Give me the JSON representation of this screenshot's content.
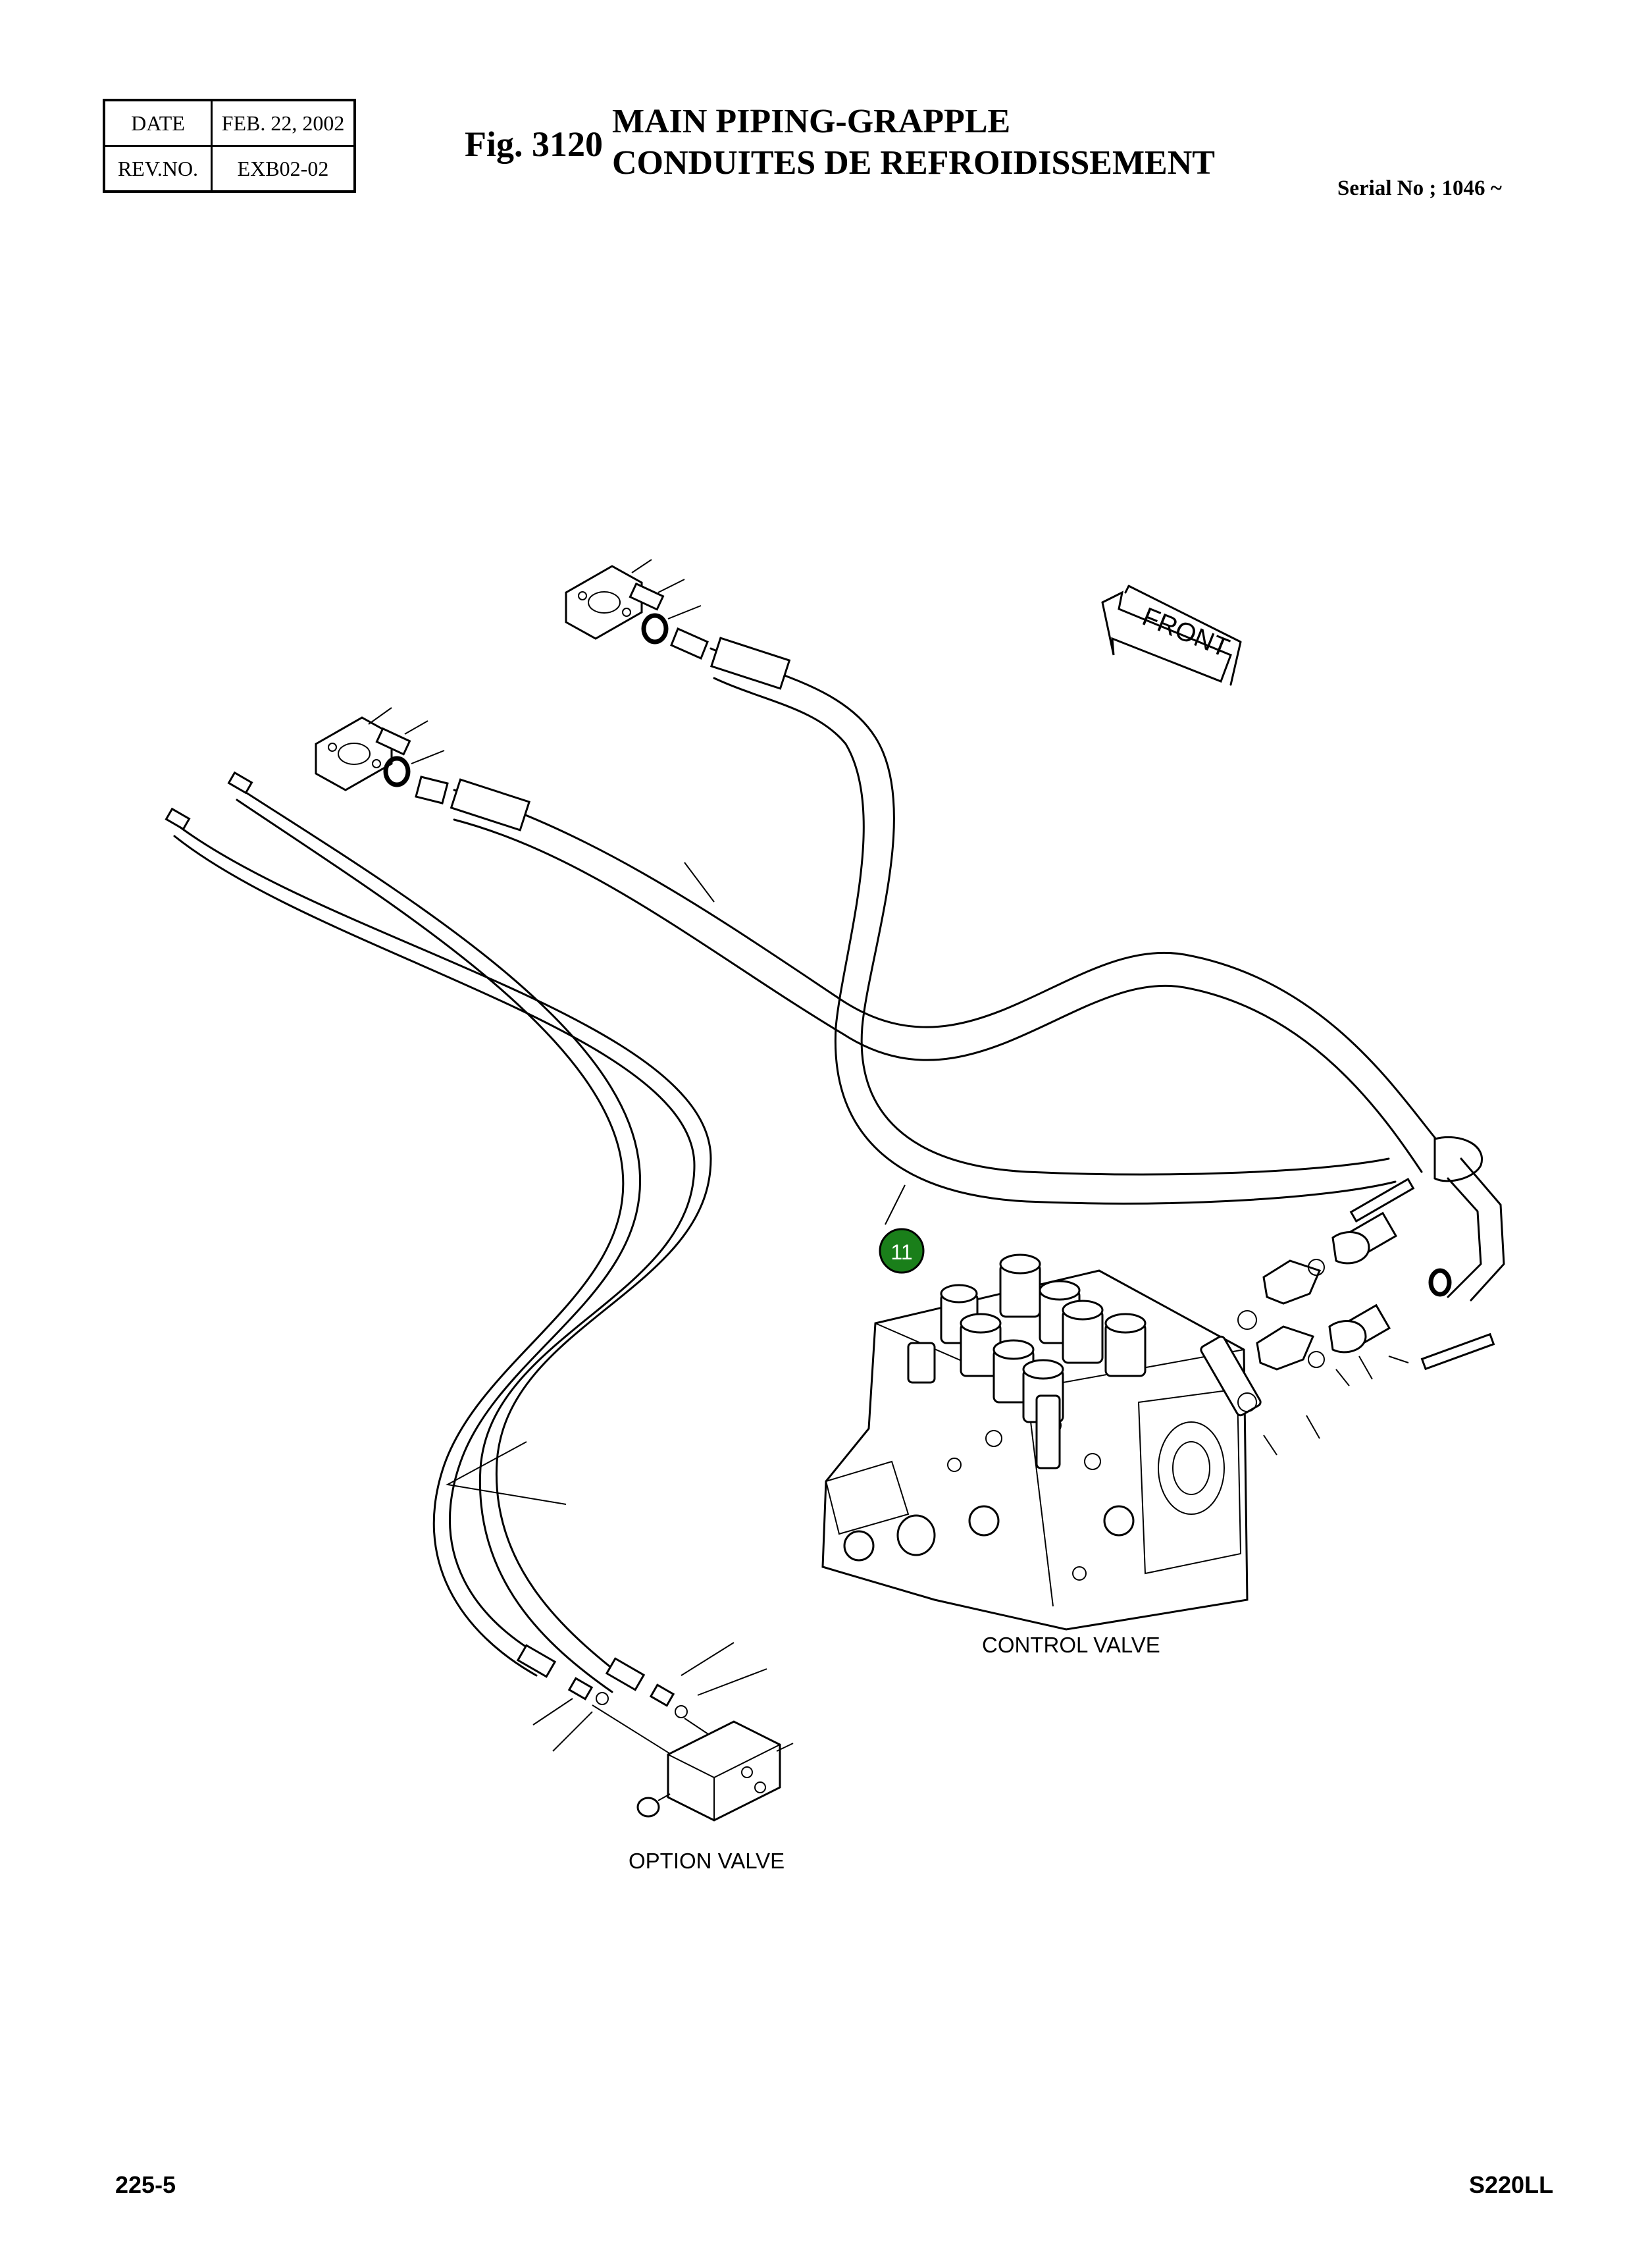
{
  "header": {
    "date_label": "DATE",
    "date_value": "FEB. 22, 2002",
    "rev_label": "REV.NO.",
    "rev_value": "EXB02-02"
  },
  "figure": {
    "number": "Fig. 3120",
    "title_en": "MAIN PIPING-GRAPPLE",
    "title_fr": "CONDUITES DE REFROIDISSEMENT",
    "serial": "Serial No ; 1046 ~"
  },
  "diagram": {
    "front_arrow_label": "FRONT",
    "callout_badge": "11",
    "callout_color": "#1a7f1a",
    "control_valve_label": "CONTROL VALVE",
    "option_valve_label": "OPTION VALVE"
  },
  "footer": {
    "page_number": "225-5",
    "model": "S220LL"
  }
}
